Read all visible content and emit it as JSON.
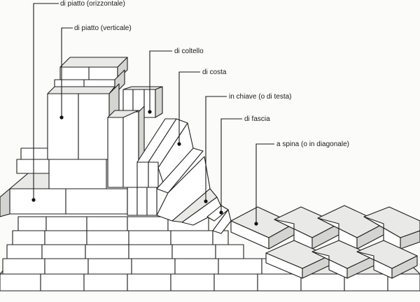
{
  "labels": {
    "piatto_orizzontale": "di piatto (orizzontale)",
    "piatto_verticale": "di piatto (verticale)",
    "coltello": "di coltello",
    "costa": "di costa",
    "chiave": "in chiave (o di testa)",
    "fascia": "di fascia",
    "spina": "a spina (o in diagonale)"
  }
}
